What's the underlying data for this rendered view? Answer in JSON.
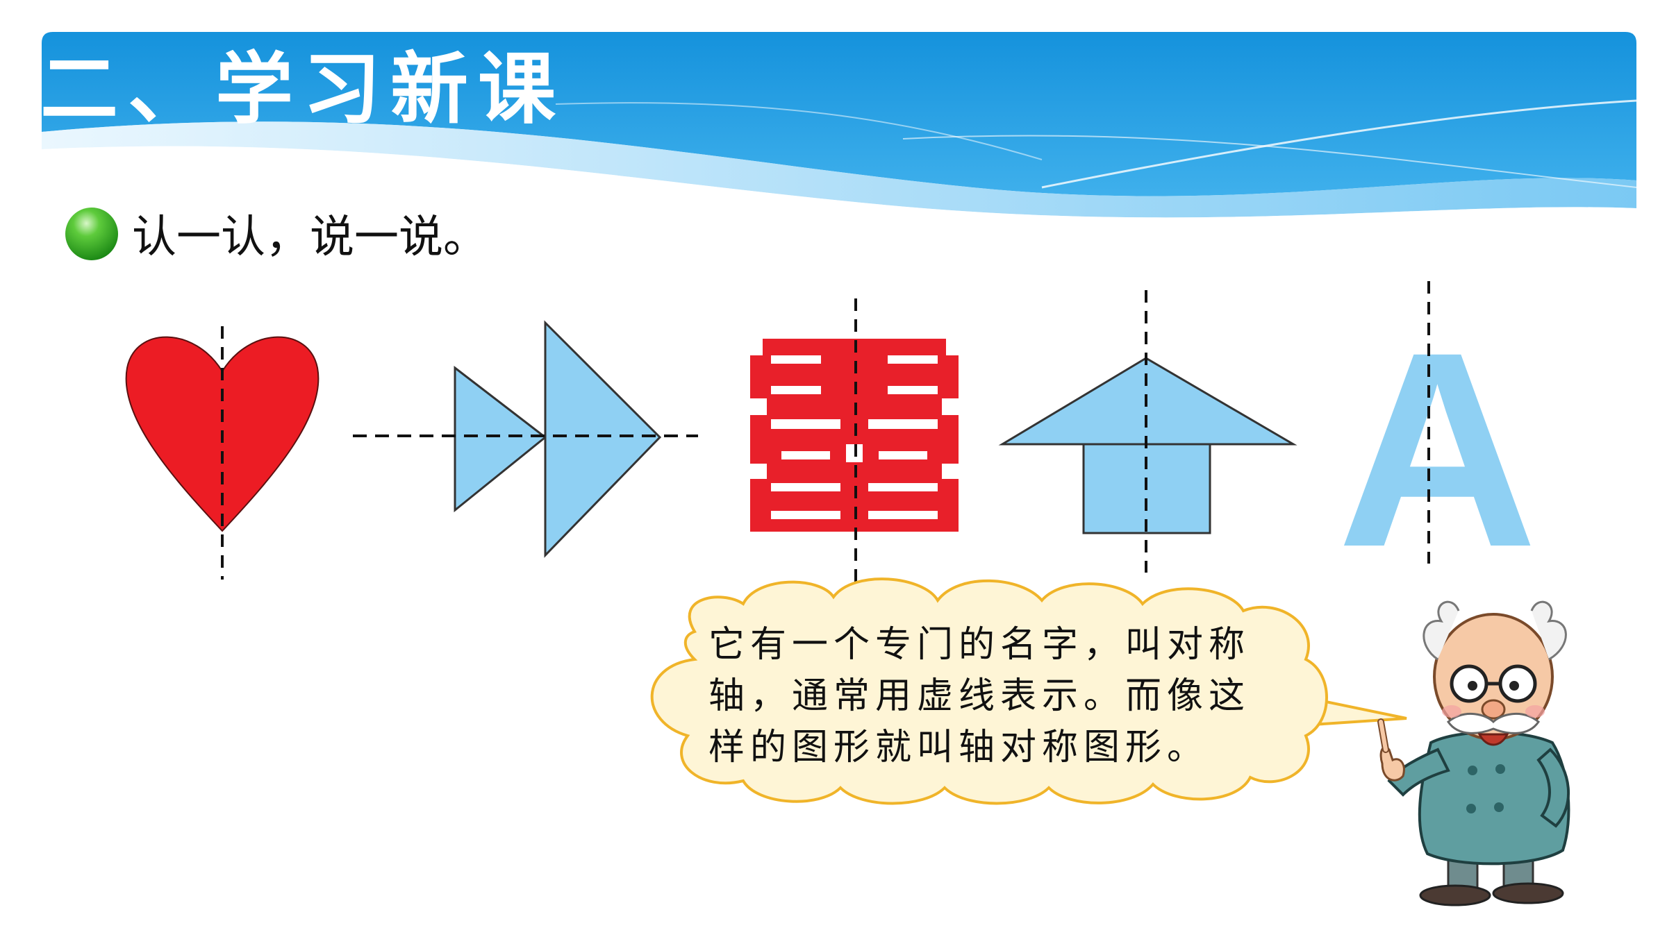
{
  "header": {
    "title": "二、学习新课",
    "colors": {
      "banner_top": "#1a9be0",
      "banner_light": "#9fd8f8"
    }
  },
  "section": {
    "bullet_icon": "green-bullet-icon",
    "instruction": "认一认，说一说。"
  },
  "figures": [
    {
      "name": "heart",
      "color": "#ec1c24",
      "axis": "vertical"
    },
    {
      "name": "double-triangle-arrow",
      "color": "#8fd0f3",
      "axis": "horizontal"
    },
    {
      "name": "double-happiness-character",
      "color": "#e8202a",
      "axis": "vertical"
    },
    {
      "name": "house-arrow",
      "color": "#8fd0f3",
      "axis": "vertical"
    },
    {
      "name": "letter-a",
      "text": "A",
      "color": "#8fd0f3",
      "axis": "vertical"
    }
  ],
  "speech_bubble": {
    "lines": [
      "它有一个专门的名字，叫对称",
      "轴，通常用虚线表示。而像这",
      "样的图形就叫轴对称图形。"
    ],
    "fill": "#fef5d6",
    "border": "#f0b429"
  },
  "character": {
    "icon": "old-teacher-cartoon-icon"
  }
}
